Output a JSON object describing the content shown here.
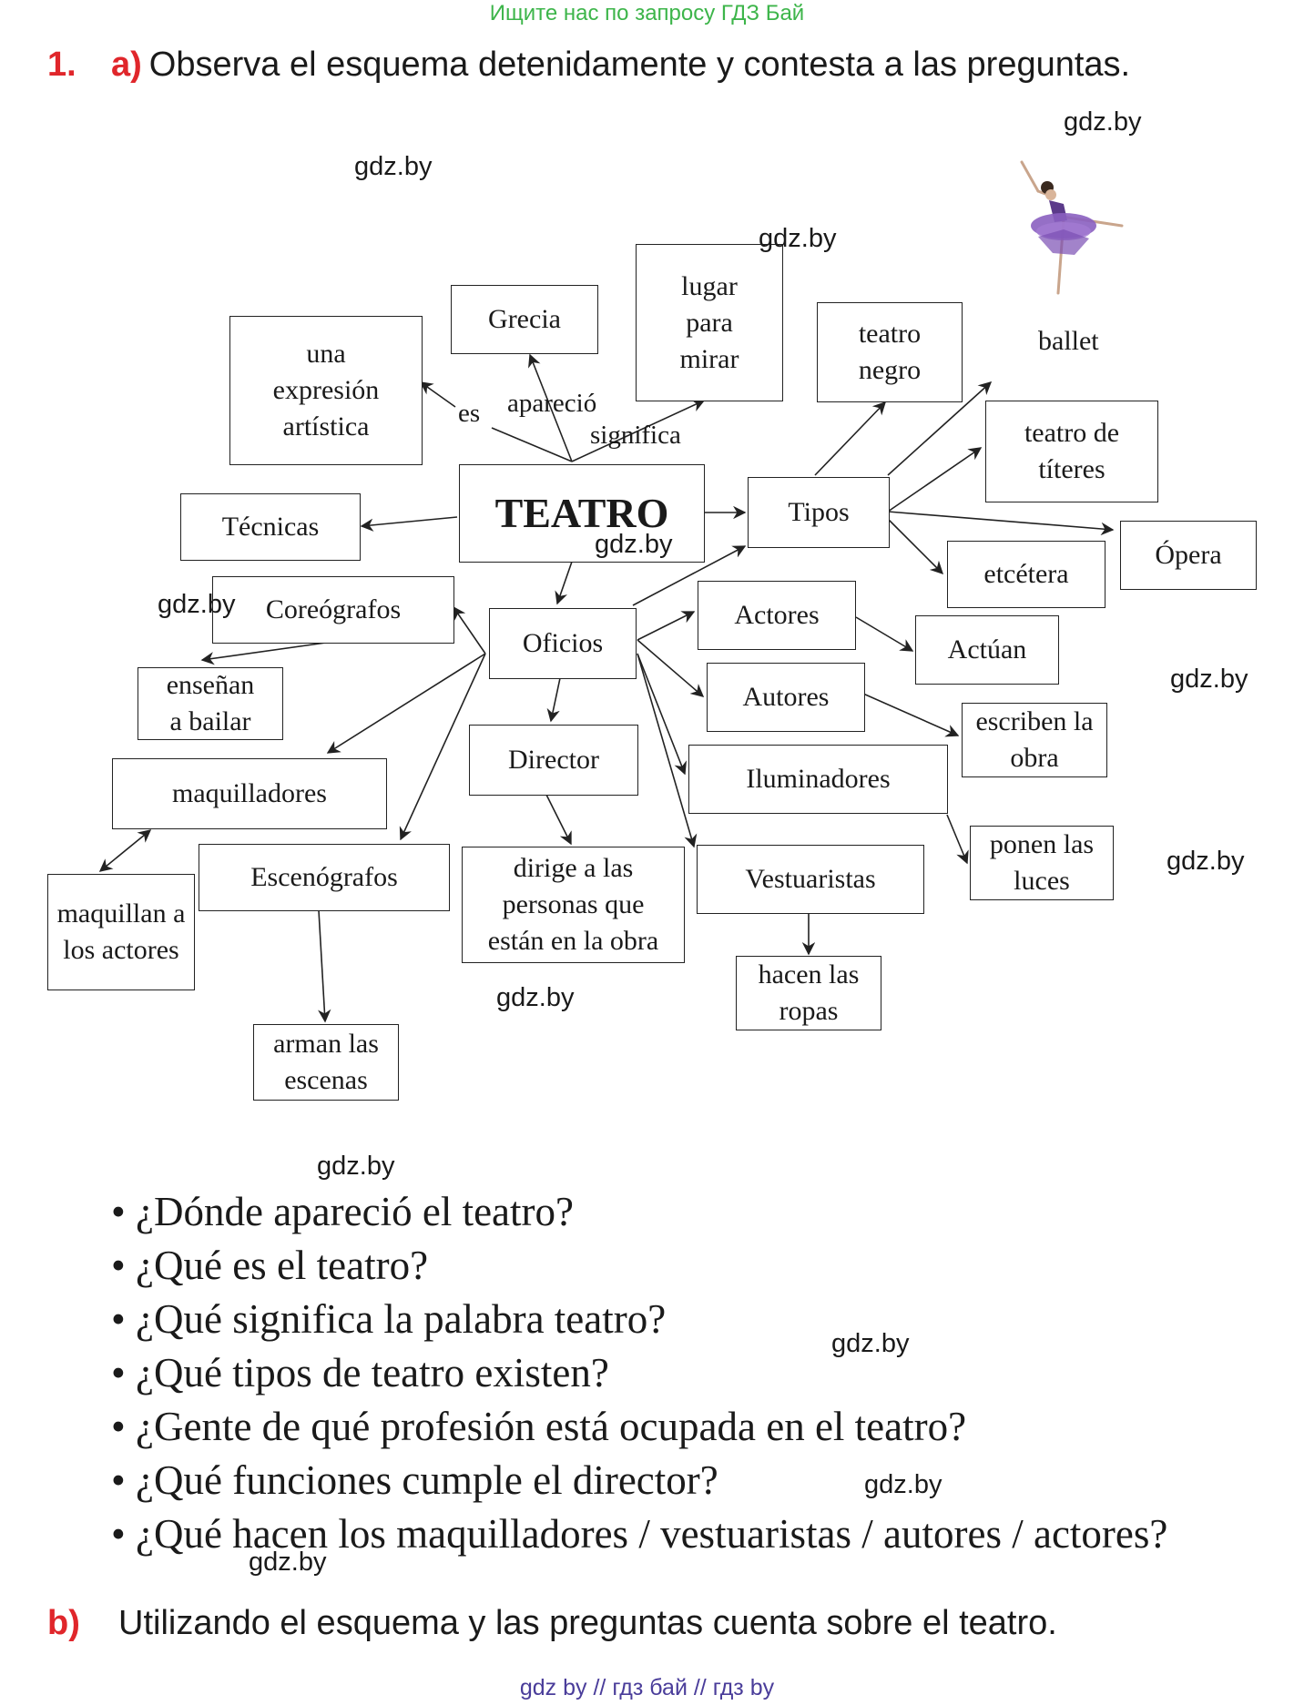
{
  "header": {
    "banner": "Ищите нас по запросу ГДЗ Бай",
    "task_number": "1.",
    "task_letter": "a)",
    "task_text": "Observa el esquema detenidamente y contesta a las preguntas."
  },
  "watermark": "gdz.by",
  "diagram": {
    "center": "TEATRO",
    "labels": {
      "es": "es",
      "aparecio": "apareció",
      "significa": "significa"
    },
    "boxes": {
      "expresion": "una expresión artística",
      "grecia": "Grecia",
      "lugar": "lugar para mirar",
      "teatro_negro": "teatro negro",
      "ballet": "ballet",
      "titeres": "teatro de títeres",
      "tecnicas": "Técnicas",
      "tipos": "Tipos",
      "opera": "Ópera",
      "etcetera": "etcétera",
      "coreografos": "Coreógrafos",
      "oficios": "Oficios",
      "actores": "Actores",
      "actuan": "Actúan",
      "ensenan": "enseñan a bailar",
      "autores": "Autores",
      "escriben": "escriben la obra",
      "director": "Director",
      "iluminadores": "Iluminadores",
      "maquilladores": "maquilladores",
      "ponen": "ponen las luces",
      "maquillan": "maquillan a los actores",
      "escenografos": "Escenógrafos",
      "dirige": "dirige a las personas que están en la obra",
      "vestuaristas": "Vestuaristas",
      "hacen": "hacen las ropas",
      "arman": "arman las escenas"
    }
  },
  "questions": [
    "¿Dónde apareció el teatro?",
    "¿Qué es el teatro?",
    "¿Qué significa la palabra teatro?",
    "¿Qué tipos de teatro existen?",
    "¿Gente de qué profesión está ocupada en el teatro?",
    "¿Qué funciones cumple el director?",
    "¿Qué hacen los maquilladores / vestuaristas / autores / actores?"
  ],
  "task_b": {
    "letter": "b)",
    "text": "Utilizando el esquema y las preguntas cuenta sobre el teatro."
  },
  "footer": "gdz by  //  гдз бай  //  гдз by",
  "colors": {
    "accent_red": "#e0262b",
    "banner_green": "#3db54a",
    "footer_purple": "#4a3d9a",
    "ballerina_dress": "#8a5fc0"
  },
  "icons": {
    "ballerina": "ballerina-image"
  }
}
